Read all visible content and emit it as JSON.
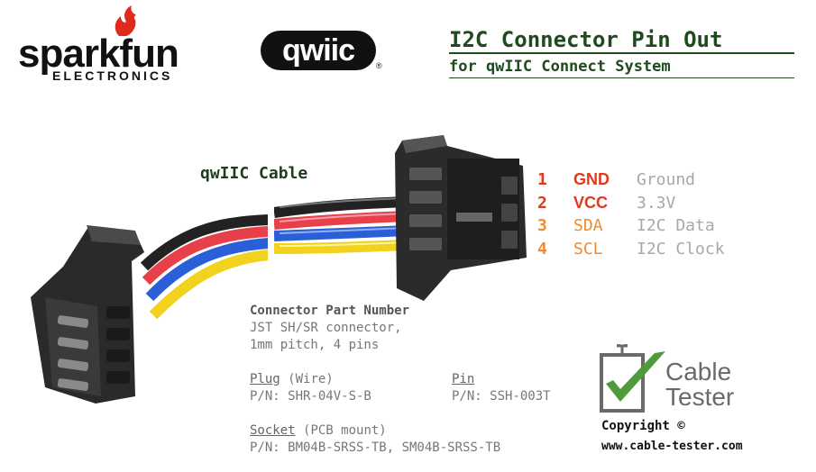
{
  "logos": {
    "sparkfun_word": "sparkfun",
    "sparkfun_sub": "ELECTRONICS",
    "qwiic_word": "qwiic",
    "registered": "®"
  },
  "title": "I2C Connector Pin Out",
  "subtitle": "for qwIIC Connect System",
  "cable_label": "qwIIC Cable",
  "pins": [
    {
      "num": "1",
      "name": "GND",
      "desc": "Ground",
      "color": "#e2381c"
    },
    {
      "num": "2",
      "name": "VCC",
      "desc": "3.3V",
      "color": "#e2381c"
    },
    {
      "num": "3",
      "name": "SDA",
      "desc": "I2C Data",
      "color": "#f08a2c"
    },
    {
      "num": "4",
      "name": "SCL",
      "desc": "I2C Clock",
      "color": "#f08a2c"
    }
  ],
  "part": {
    "heading": "Connector Part Number",
    "line1": "JST SH/SR connector,",
    "line2": "1mm pitch, 4 pins",
    "plug_label": "Plug",
    "plug_note": "(Wire)",
    "plug_pn": "P/N: SHR-04V-S-B",
    "pin_label": "Pin",
    "pin_pn": "P/N: SSH-003T",
    "socket_label": "Socket",
    "socket_note": "(PCB mount)",
    "socket_pn": "P/N: BM04B-SRSS-TB, SM04B-SRSS-TB"
  },
  "brand": {
    "logo_line1": "Cable",
    "logo_line2": "Tester",
    "copyright": "Copyright ©",
    "url": "www.cable-tester.com"
  },
  "colors": {
    "title_green": "#1e4a1e",
    "wire_black": "#222222",
    "wire_red": "#e8404a",
    "wire_blue": "#2a5fd8",
    "wire_yellow": "#f2d21e",
    "logo_green": "#4f9a3a"
  }
}
